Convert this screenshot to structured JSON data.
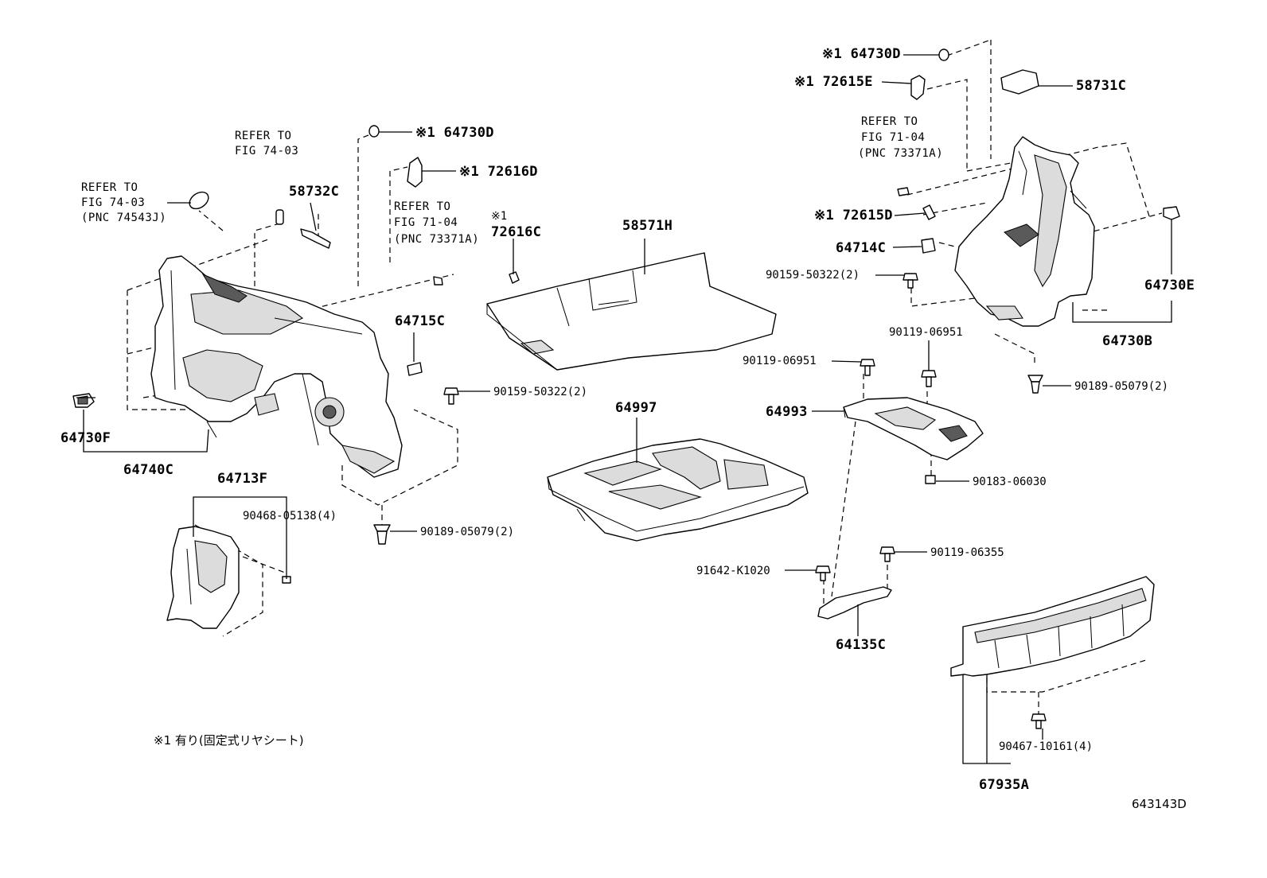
{
  "diagram_id": "643143D",
  "footnote": "※1 有り(固定式リヤシート)",
  "references": {
    "left_outer": [
      "REFER TO",
      "FIG 74-03",
      "(PNC 74543J)"
    ],
    "left_top": [
      "REFER TO",
      "FIG 74-03"
    ],
    "left_mid": [
      "REFER TO",
      "FIG 71-04",
      "(PNC 73371A)"
    ],
    "right_top": [
      "REFER TO",
      "FIG 71-04",
      "(PNC 73371A)"
    ]
  },
  "parts": {
    "p64730D_left": "※1 64730D",
    "p72616D": "※1 72616D",
    "p58732C": "58732C",
    "p72616C_mark": "※1",
    "p72616C": "72616C",
    "p58571H": "58571H",
    "p64715C": "64715C",
    "p90159_left": "90159-50322(2)",
    "p64730F": "64730F",
    "p64740C": "64740C",
    "p64713F": "64713F",
    "p90468": "90468-05138(4)",
    "p90189_left": "90189-05079(2)",
    "p64997": "64997",
    "p64730D_right": "※1 64730D",
    "p72615E": "※1 72615E",
    "p58731C": "58731C",
    "p72615D": "※1 72615D",
    "p64714C": "64714C",
    "p90159_right": "90159-50322(2)",
    "p64730E": "64730E",
    "p90119_06951_a": "90119-06951",
    "p64730B": "64730B",
    "p90119_06951_b": "90119-06951",
    "p90189_right": "90189-05079(2)",
    "p64993": "64993",
    "p90183": "90183-06030",
    "p90119_06355": "90119-06355",
    "p91642": "91642-K1020",
    "p64135C": "64135C",
    "p90467": "90467-10161(4)",
    "p67935A": "67935A"
  }
}
